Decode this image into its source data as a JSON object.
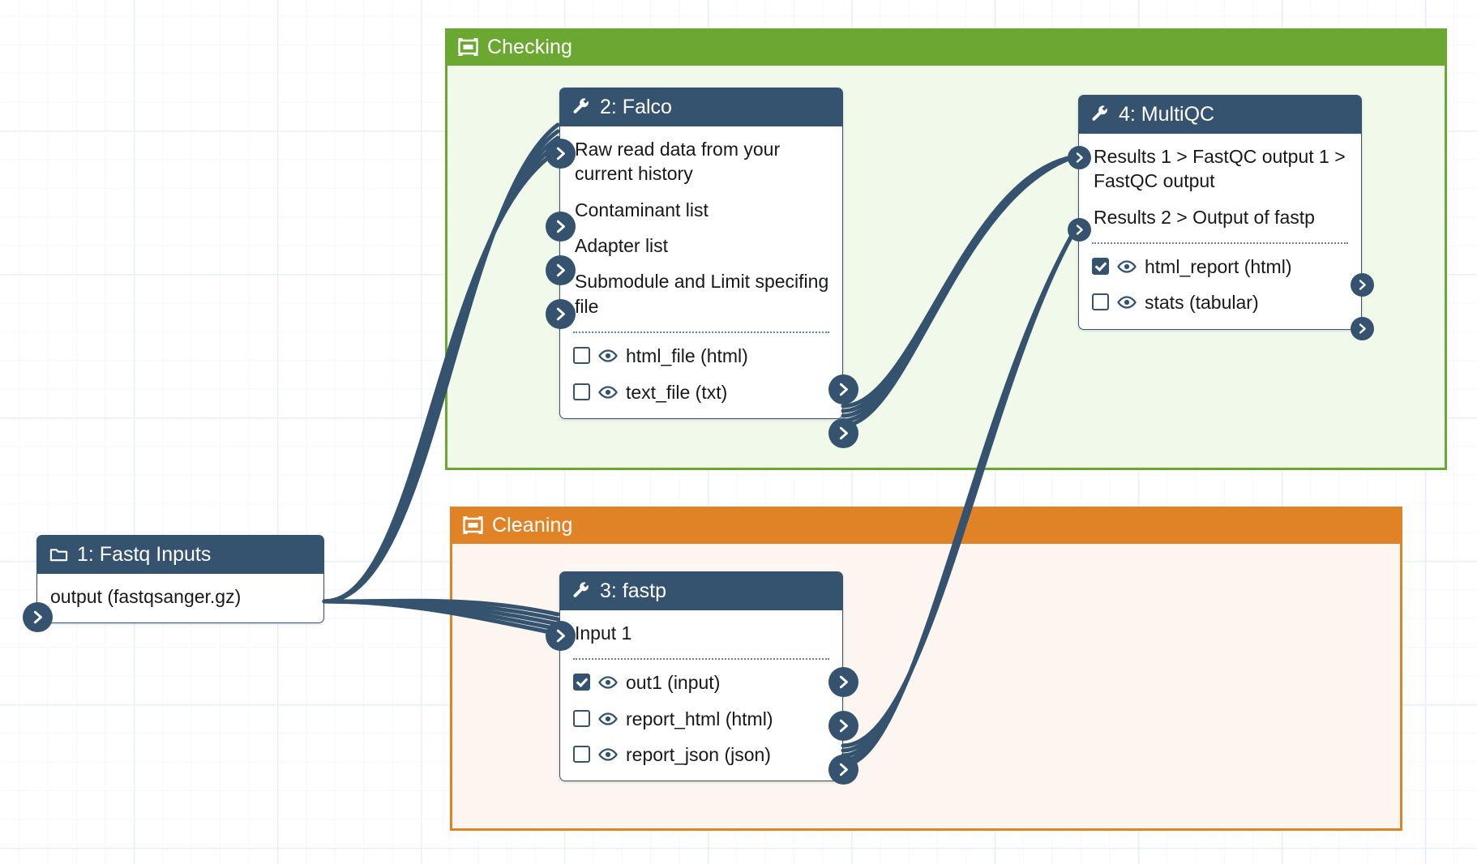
{
  "canvas": {
    "background_color": "#ffffff",
    "grid_color": "#e8f0fa"
  },
  "theme": {
    "node_header_color": "#35536f",
    "edge_color": "#35536f",
    "checking_frame_color": "#6aa832",
    "checking_frame_fill": "#f1faea",
    "cleaning_frame_color": "#df8326",
    "cleaning_frame_fill": "#fdf6f0"
  },
  "frames": [
    {
      "id": "checking",
      "title": "Checking",
      "icon": "frame-icon",
      "color": "#6aa832"
    },
    {
      "id": "cleaning",
      "title": "Cleaning",
      "icon": "frame-icon",
      "color": "#df8326"
    }
  ],
  "nodes": [
    {
      "id": "input",
      "title": "1: Fastq Inputs",
      "icon": "folder-icon",
      "outputs": [
        {
          "label": "output (fastqsanger.gz)"
        }
      ]
    },
    {
      "id": "falco",
      "title": "2: Falco",
      "icon": "wrench-icon",
      "inputs": [
        {
          "label": "Raw read data from your current history"
        },
        {
          "label": "Contaminant list"
        },
        {
          "label": "Adapter list"
        },
        {
          "label": "Submodule and Limit specifing file"
        }
      ],
      "outputs": [
        {
          "label": "html_file (html)",
          "checked": false
        },
        {
          "label": "text_file (txt)",
          "checked": false
        }
      ]
    },
    {
      "id": "fastp",
      "title": "3: fastp",
      "icon": "wrench-icon",
      "inputs": [
        {
          "label": "Input 1"
        }
      ],
      "outputs": [
        {
          "label": "out1 (input)",
          "checked": true
        },
        {
          "label": "report_html (html)",
          "checked": false
        },
        {
          "label": "report_json (json)",
          "checked": false
        }
      ]
    },
    {
      "id": "multiqc",
      "title": "4: MultiQC",
      "icon": "wrench-icon",
      "inputs": [
        {
          "label": "Results 1 > FastQC output 1 > FastQC output"
        },
        {
          "label": "Results 2 > Output of fastp"
        }
      ],
      "outputs": [
        {
          "label": "html_report (html)",
          "checked": true
        },
        {
          "label": "stats (tabular)",
          "checked": false
        }
      ]
    }
  ]
}
